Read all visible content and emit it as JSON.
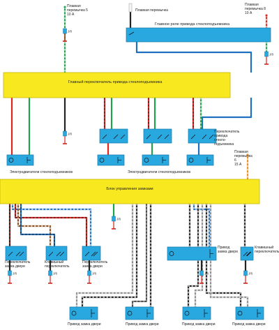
{
  "colors": {
    "module_fill": "#f7e81f",
    "module_stroke": "#c8b400",
    "component_fill": "#29a8df",
    "component_stroke": "#1679a8",
    "ground": "#d4231c",
    "wire_red": "#e0261f",
    "wire_green": "#1fa24b",
    "wire_blue": "#1f6fc0",
    "wire_black": "#222222",
    "wire_orange": "#f08a1c",
    "wire_gray": "#8c8c8c",
    "wire_white": "#ffffff",
    "wire_brown": "#8a4b1a"
  },
  "labels": {
    "fuse5": "Плавкая\nперемычка 5\n10 А",
    "fuse_main": "Плавкая перемычка",
    "fuse8": "Плавкая\nперемычка 8\n10 А",
    "main_relay": "Главное реле привода стеклоподъемника",
    "main_switch": "Главный переключатель привода стеклоподъемника",
    "window_switch": "Переключатель\nпривода\nстекло-\nподъемника",
    "motors_left": "Электродвигатели стеклоподъемников",
    "motors_right": "Электродвигатели стеклоподъемников",
    "fuse6": "Плавкая\nперемычка\n6\n15 А",
    "lock_unit": "Блок управления замками",
    "lock_switch_1": "Переключатель\nзамка двери",
    "lock_switch_2": "Клавишный\nпереключатель",
    "lock_switch_3": "Переключатель\nзамка двери",
    "door_actuator_mid": "Привод\nзамка двери",
    "key_switch": "Клавишный\nпереключатель",
    "door_actuator_1": "Привод замка двери",
    "door_actuator_2": "Привод замка двери",
    "door_actuator_3": "Привод замка двери",
    "door_actuator_4": "Привод замка двери",
    "ground_code": "J/8"
  }
}
